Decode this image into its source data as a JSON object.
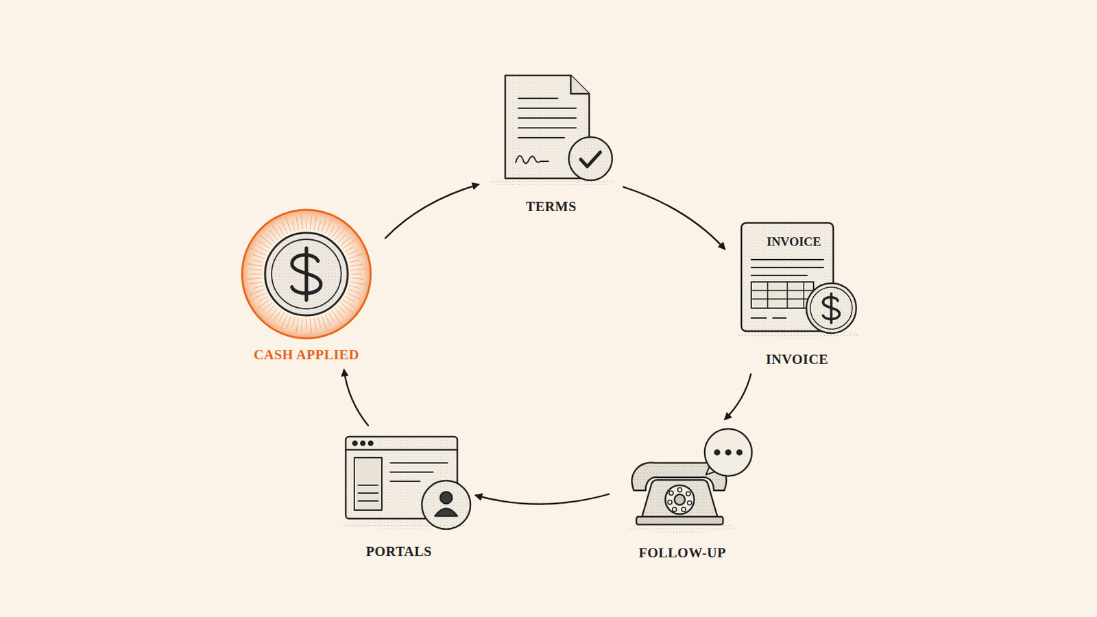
{
  "diagram": {
    "nodes": [
      {
        "text": [
          "TERMS"
        ]
      },
      {
        "text": [
          "INVOICE",
          "INVOICE"
        ]
      },
      {
        "text": [
          "FOLLOW-UP"
        ]
      },
      {
        "text": [
          "PORTALS"
        ]
      },
      {
        "text": [
          "CASH APPLIED"
        ]
      }
    ],
    "edges": [
      {
        "from": 4,
        "to": 0,
        "arrow": "to"
      },
      {
        "from": 0,
        "to": 1,
        "arrow": "to"
      },
      {
        "from": 1,
        "to": 2,
        "arrow": "to"
      },
      {
        "from": 2,
        "to": 3,
        "arrow": "to"
      },
      {
        "from": 3,
        "to": 4,
        "arrow": "to"
      }
    ]
  }
}
